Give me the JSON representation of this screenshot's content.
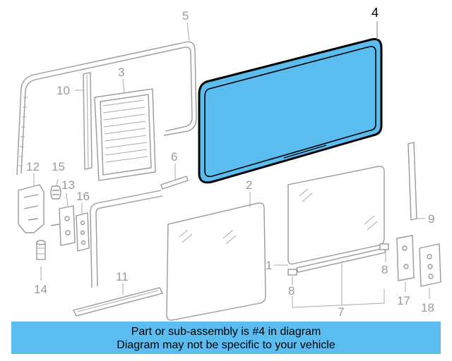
{
  "diagram": {
    "highlight_color": "#5bbcf0",
    "callouts": {
      "p1": "1",
      "p2": "2",
      "p3": "3",
      "p4": "4",
      "p5": "5",
      "p6": "6",
      "p7": "7",
      "p8a": "8",
      "p8b": "8",
      "p9": "9",
      "p10": "10",
      "p11": "11",
      "p12": "12",
      "p13": "13",
      "p14": "14",
      "p15": "15",
      "p16": "16",
      "p17": "17",
      "p18": "18"
    }
  },
  "banner": {
    "line1": "Part or sub-assembly is #4 in diagram",
    "line2": "Diagram may not be specific to your vehicle"
  }
}
